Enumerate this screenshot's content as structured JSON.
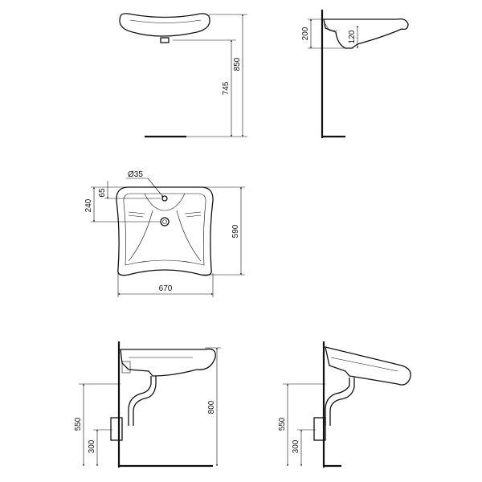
{
  "dimensions": {
    "front_total_height": "850",
    "front_rim_height": "745",
    "side_depth": "200",
    "side_bowl_depth": "120",
    "tap_hole_diameter": "Ø35",
    "tap_hole_offset": "65",
    "waste_offset": "240",
    "plan_depth": "590",
    "plan_width": "670",
    "install_rim_height": "800",
    "left_trap_height": "550",
    "left_box_height": "300",
    "right_trap_height": "550",
    "right_box_height": "300"
  }
}
